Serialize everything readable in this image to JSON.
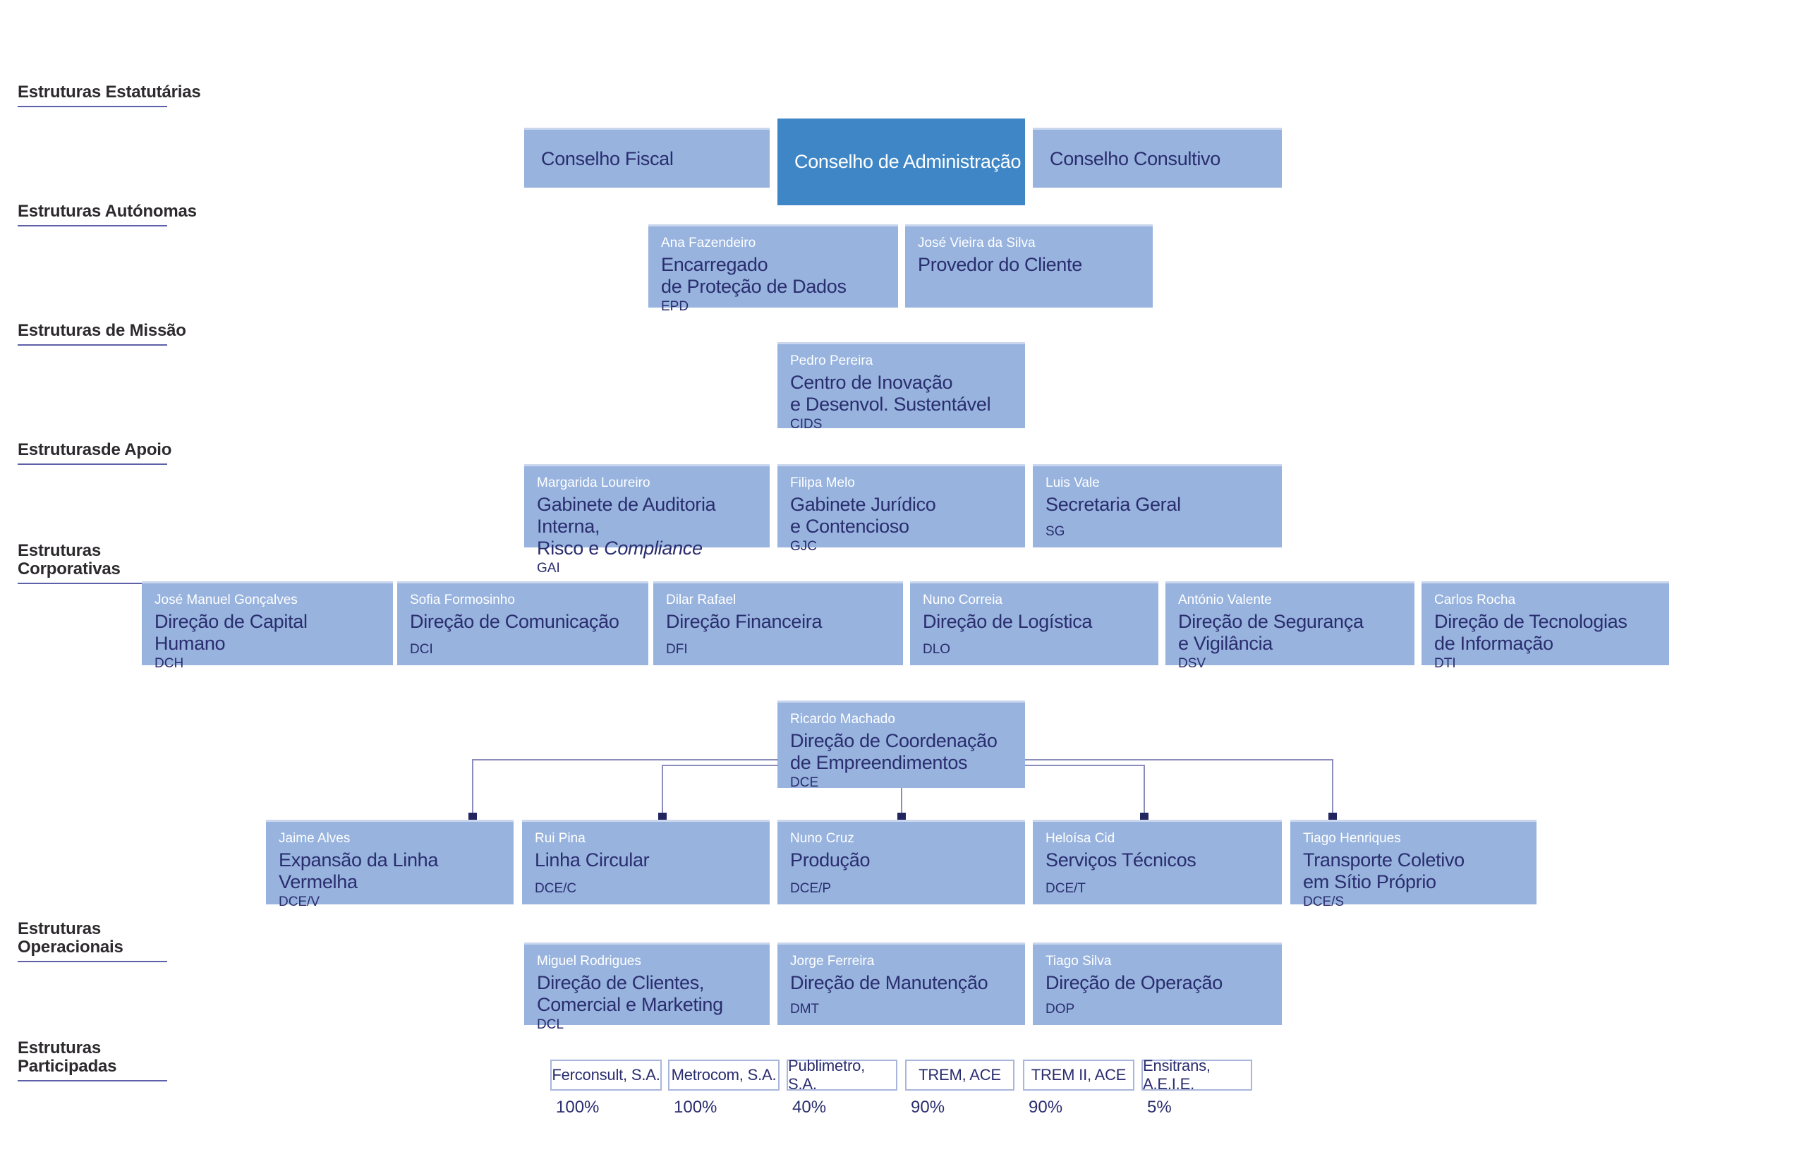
{
  "palette": {
    "box_light": "#97b3de",
    "box_dark": "#3f86c6",
    "text_navy": "#2a2d6e",
    "text_white": "#ffffff",
    "section_label": "#2d2a2e",
    "underline": "#5d60a8",
    "connector": "#8b8dbb",
    "marker": "#23265e",
    "participated_border": "#a9b6dc"
  },
  "section_labels": {
    "statutory": "Estruturas Estatutárias",
    "autonomous": "Estruturas Autónomas",
    "mission": "Estruturas de Missão",
    "support": "Estruturasde Apoio",
    "corporate": "Estruturas Corporativas",
    "operational": "Estruturas Operacionais",
    "participated": "Estruturas Participadas"
  },
  "statutory": {
    "fiscal": "Conselho Fiscal",
    "admin": "Conselho de Administração",
    "consultivo": "Conselho Consultivo"
  },
  "autonomous": [
    {
      "name": "Ana Fazendeiro",
      "title": "Encarregado\nde Proteção de Dados",
      "code": "EPD"
    },
    {
      "name": "José Vieira da Silva",
      "title": "Provedor do Cliente",
      "code": ""
    }
  ],
  "mission": {
    "name": "Pedro Pereira",
    "title": "Centro de Inovação\ne Desenvol. Sustentável",
    "code": "CIDS"
  },
  "support": [
    {
      "name": "Margarida Loureiro",
      "title": "Gabinete de Auditoria Interna,\nRisco e ",
      "title_italic": "Compliance",
      "code": "GAI"
    },
    {
      "name": "Filipa Melo",
      "title": "Gabinete Jurídico\ne Contencioso",
      "code": "GJC"
    },
    {
      "name": "Luis Vale",
      "title": "Secretaria Geral",
      "code": "SG"
    }
  ],
  "corporate": [
    {
      "name": "José Manuel Gonçalves",
      "title": "Direção de Capital Humano",
      "code": "DCH"
    },
    {
      "name": "Sofia Formosinho",
      "title": "Direção de Comunicação",
      "code": "DCI"
    },
    {
      "name": "Dilar Rafael",
      "title": "Direção Financeira",
      "code": "DFI"
    },
    {
      "name": "Nuno Correia",
      "title": "Direção de Logística",
      "code": "DLO"
    },
    {
      "name": "António Valente",
      "title": "Direção de Segurança\ne Vigilância",
      "code": "DSV"
    },
    {
      "name": "Carlos Rocha",
      "title": "Direção de Tecnologias\nde Informação",
      "code": "DTI"
    }
  ],
  "dce": {
    "name": "Ricardo Machado",
    "title": "Direção de Coordenação\nde Empreendimentos",
    "code": "DCE"
  },
  "dce_children": [
    {
      "name": "Jaime Alves",
      "title": "Expansão da Linha Vermelha",
      "code": "DCE/V"
    },
    {
      "name": "Rui Pina",
      "title": "Linha Circular",
      "code": "DCE/C"
    },
    {
      "name": "Nuno Cruz",
      "title": "Produção",
      "code": "DCE/P"
    },
    {
      "name": "Heloísa Cid",
      "title": "Serviços Técnicos",
      "code": "DCE/T"
    },
    {
      "name": "Tiago Henriques",
      "title": "Transporte Coletivo\nem Sítio Próprio",
      "code": "DCE/S"
    }
  ],
  "operational": [
    {
      "name": "Miguel Rodrigues",
      "title": "Direção de Clientes,\nComercial e Marketing",
      "code": "DCL"
    },
    {
      "name": "Jorge Ferreira",
      "title": "Direção de Manutenção",
      "code": "DMT"
    },
    {
      "name": "Tiago Silva",
      "title": "Direção de Operação",
      "code": "DOP"
    }
  ],
  "participated": [
    {
      "name": "Ferconsult, S.A.",
      "share": "100%"
    },
    {
      "name": "Metrocom, S.A.",
      "share": "100%"
    },
    {
      "name": "Publimetro, S.A.",
      "share": "40%"
    },
    {
      "name": "TREM, ACE",
      "share": "90%"
    },
    {
      "name": "TREM II, ACE",
      "share": "90%"
    },
    {
      "name": "Ensitrans, A.E.I.E.",
      "share": "5%"
    }
  ]
}
